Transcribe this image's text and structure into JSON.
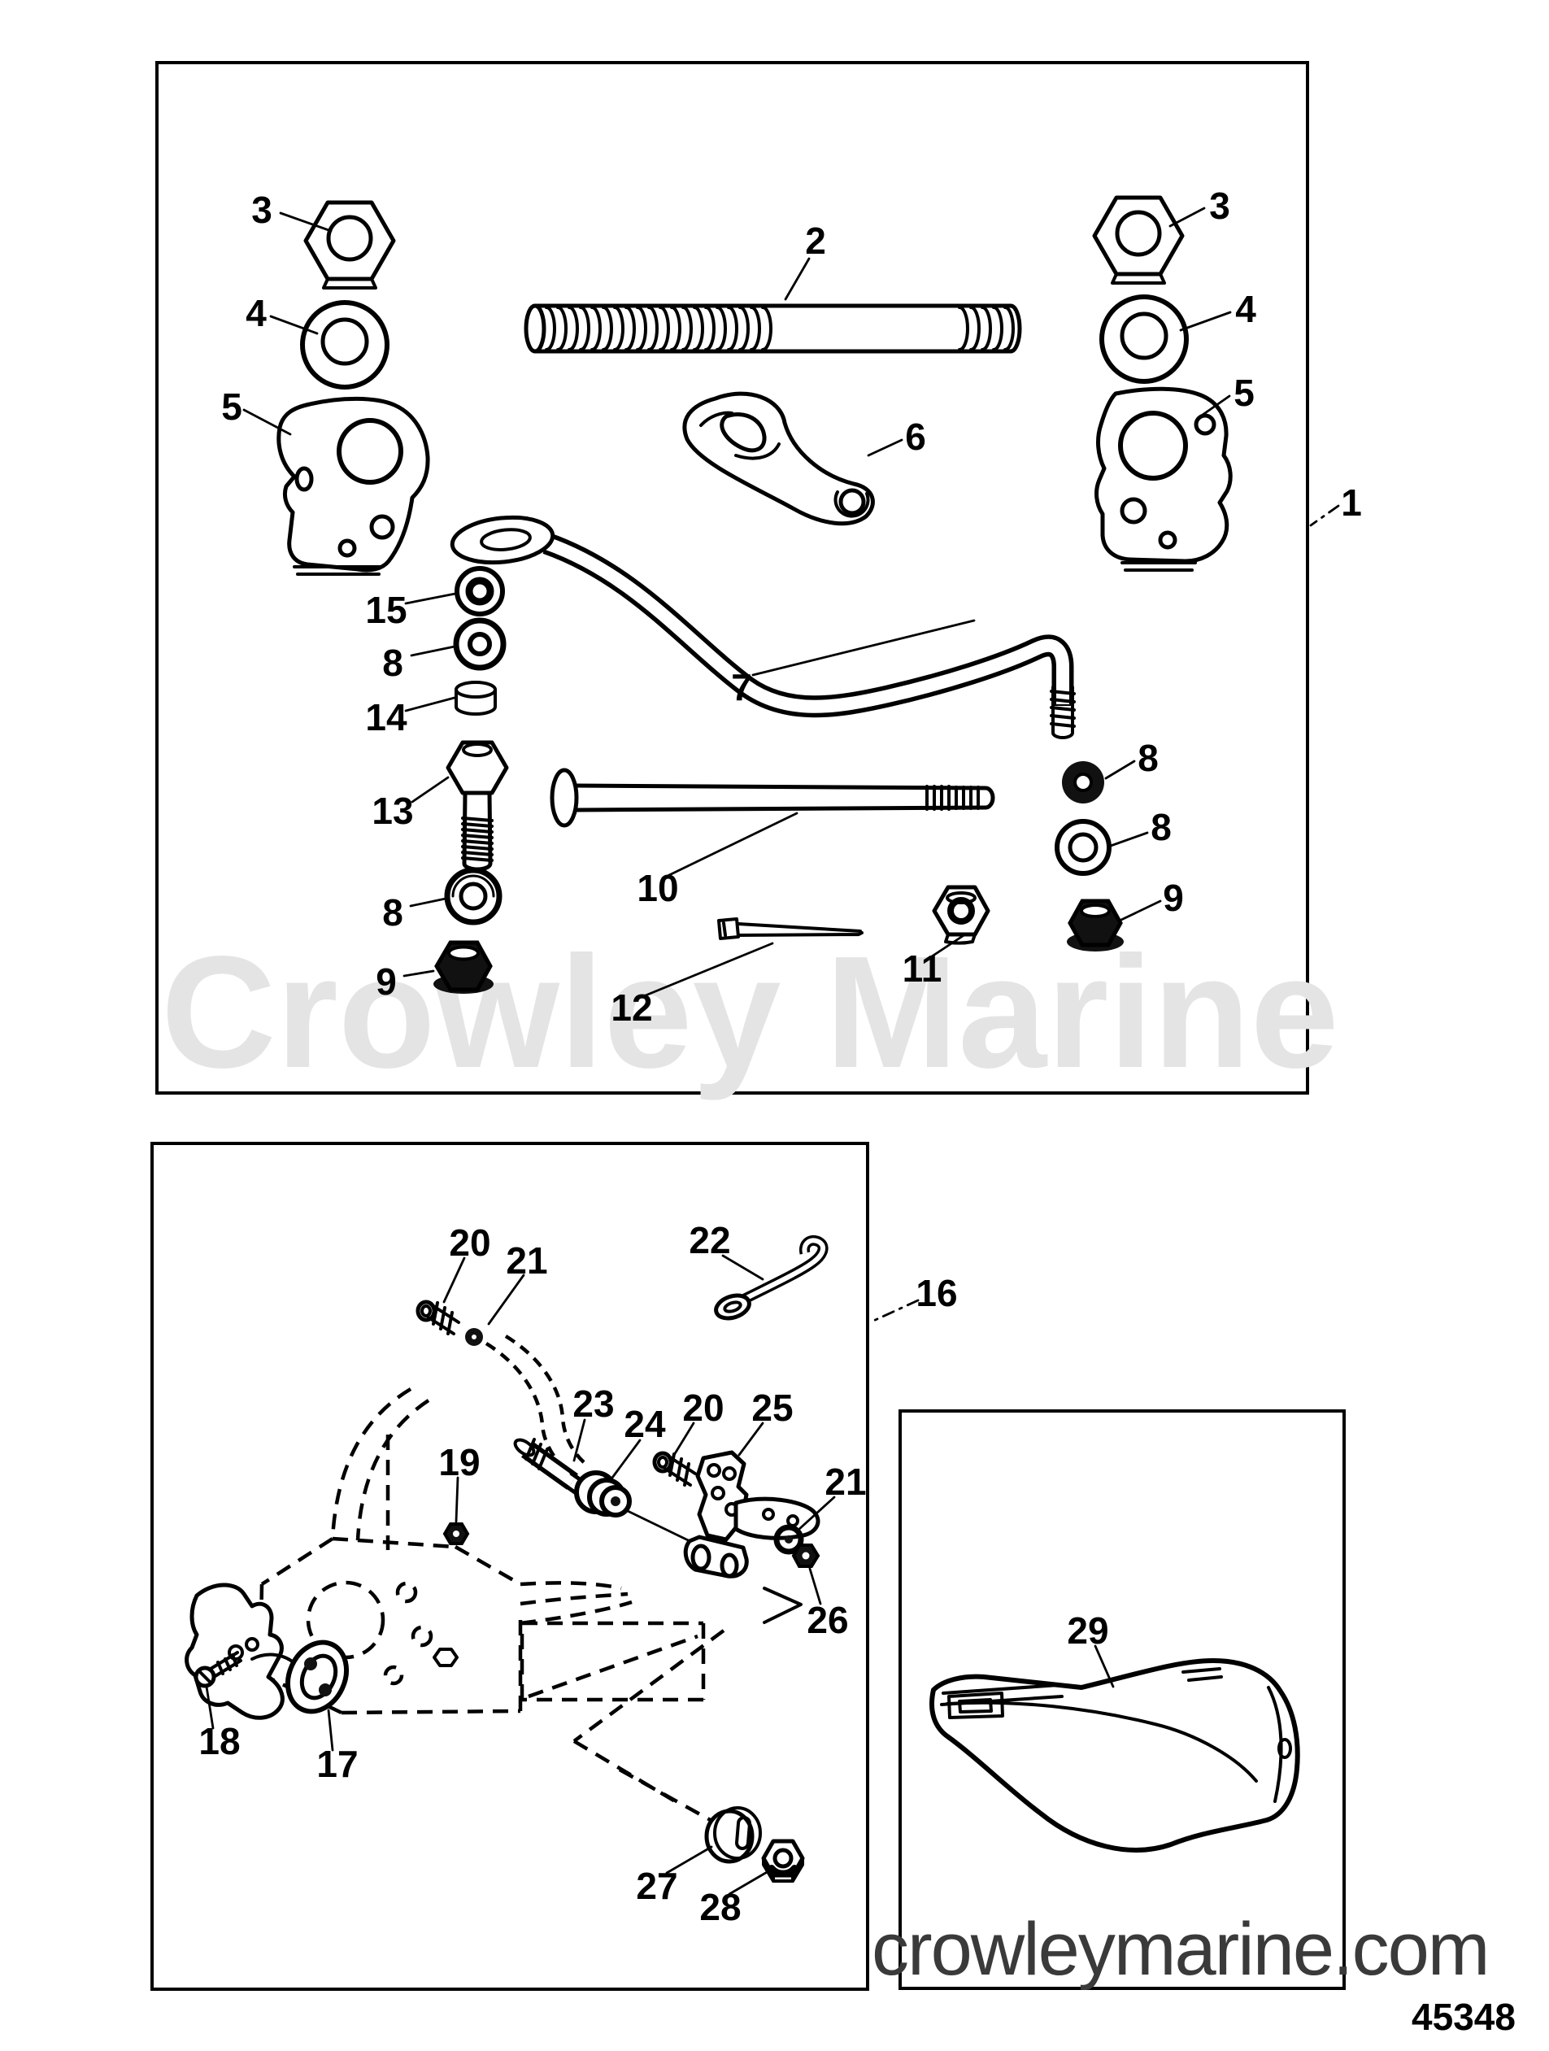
{
  "watermarks": {
    "plate_text": "Crowley Marine",
    "plate_color": "#e4e4e4",
    "footer_text": "crowleymarine.com",
    "footer_color": "#3a3a3a"
  },
  "doc_number": "45348",
  "callouts": {
    "c1": "1",
    "c2": "2",
    "c3_left": "3",
    "c3_right": "3",
    "c4_left": "4",
    "c4_right": "4",
    "c5_left": "5",
    "c5_right": "5",
    "c6": "6",
    "c7": "7",
    "c8_left_upper": "8",
    "c8_left_lower": "8",
    "c8_right_upper": "8",
    "c8_right_lower": "8",
    "c9_left": "9",
    "c9_right": "9",
    "c10": "10",
    "c11": "11",
    "c12": "12",
    "c13": "13",
    "c14": "14",
    "c15": "15",
    "c16": "16",
    "c17": "17",
    "c18": "18",
    "c19": "19",
    "c20_upper": "20",
    "c20_lower": "20",
    "c21_upper": "21",
    "c21_lower": "21",
    "c22": "22",
    "c23": "23",
    "c24": "24",
    "c25": "25",
    "c26": "26",
    "c27": "27",
    "c28": "28",
    "c29": "29"
  }
}
